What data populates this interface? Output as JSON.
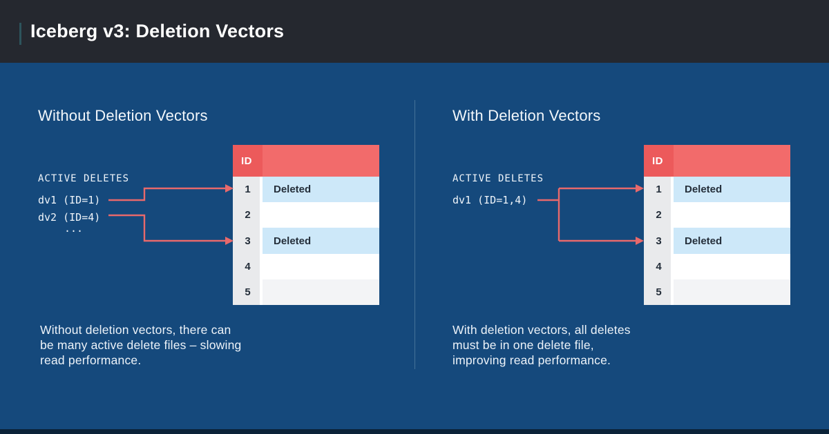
{
  "colors": {
    "bg": "#15497c",
    "topbar_bg": "#25282f",
    "bottombar_bg": "#0b2338",
    "accent": "#2d545c",
    "divider": "#4e7a9e",
    "table_header_red": "#f26b6b",
    "table_header_red_dark": "#ec5a5b",
    "deleted_cell_blue": "#cde8f9",
    "id_col_gray": "#e9eaec",
    "row5_gray": "#f3f4f6",
    "row_white": "#ffffff",
    "arrow_red": "#e8696b",
    "table_text_dark": "#242e3a",
    "text_light": "#f2f7fb"
  },
  "topbar": {
    "title": "Iceberg v3: Deletion Vectors"
  },
  "left_panel": {
    "heading": "Without Deletion Vectors",
    "active_deletes_label": "ACTIVE DELETES",
    "delete_files": [
      "dv1 (ID=1)",
      "dv2 (ID=4)",
      "..."
    ],
    "caption": "Without deletion vectors, there can\nbe many active delete files – slowing\nread performance.",
    "table": {
      "header": "ID",
      "rows": [
        {
          "id": "1",
          "status": "Deleted"
        },
        {
          "id": "2",
          "status": ""
        },
        {
          "id": "3",
          "status": "Deleted"
        },
        {
          "id": "4",
          "status": ""
        },
        {
          "id": "5",
          "status": ""
        }
      ]
    }
  },
  "right_panel": {
    "heading": "With Deletion Vectors",
    "active_deletes_label": "ACTIVE DELETES",
    "delete_files": [
      "dv1 (ID=1,4)"
    ],
    "caption": "With deletion vectors, all deletes\nmust be in one delete file,\nimproving read performance.",
    "table": {
      "header": "ID",
      "rows": [
        {
          "id": "1",
          "status": "Deleted"
        },
        {
          "id": "2",
          "status": ""
        },
        {
          "id": "3",
          "status": "Deleted"
        },
        {
          "id": "4",
          "status": ""
        },
        {
          "id": "5",
          "status": ""
        }
      ]
    }
  }
}
